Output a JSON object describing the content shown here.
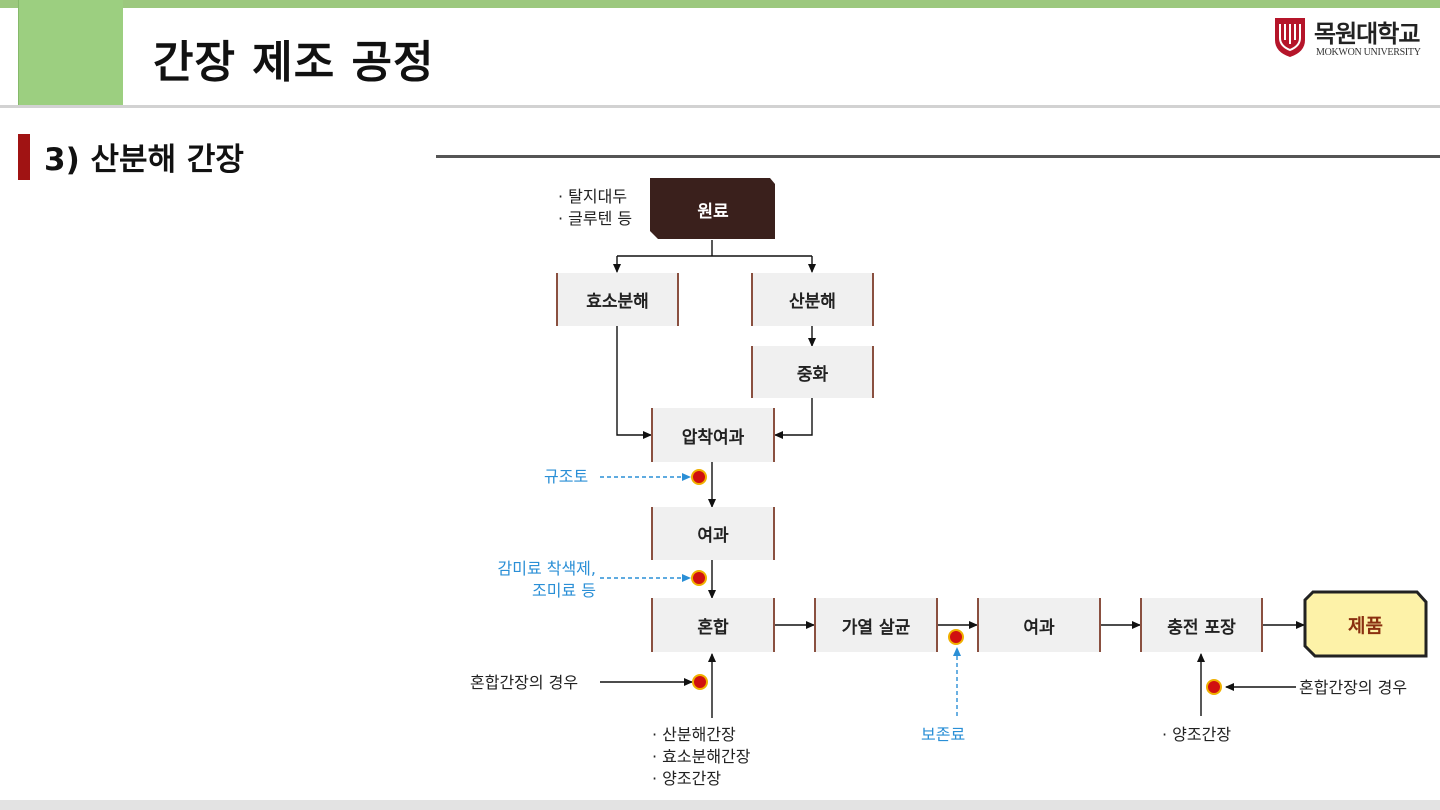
{
  "header": {
    "title": "간장 제조 공정"
  },
  "logo": {
    "name_ko": "목원대학교",
    "name_en": "MOKWON UNIVERSITY"
  },
  "section": {
    "title": "3) 산분해 간장"
  },
  "diagram": {
    "nodes": {
      "raw": "원료",
      "enzyme": "효소분해",
      "acid": "산분해",
      "neutralize": "중화",
      "press": "압착여과",
      "filter1": "여과",
      "mix": "혼합",
      "heat": "가열 살균",
      "filter2": "여과",
      "pack": "충전 포장",
      "product": "제품"
    },
    "notes": {
      "raw_1": "· 탈지대두",
      "raw_2": "· 글루텐 등",
      "diatom": "규조토",
      "additives_1": "감미료 착색제,",
      "additives_2": "조미료 등",
      "mixed_left": "혼합간장의 경우",
      "mixed_right": "혼합간장의 경우",
      "bottom_1": "· 산분해간장",
      "bottom_2": "· 효소분해간장",
      "bottom_3": "· 양조간장",
      "preservative": "보존료",
      "brewed": "· 양조간장"
    }
  },
  "colors": {
    "accent_green": "#9ccf80",
    "section_red": "#a01313",
    "raw_box": "#3a201c",
    "product_box": "#fdf2a8",
    "dot_red": "#d01010",
    "dot_ring": "#f0b000",
    "note_blue": "#2a8fd6"
  }
}
